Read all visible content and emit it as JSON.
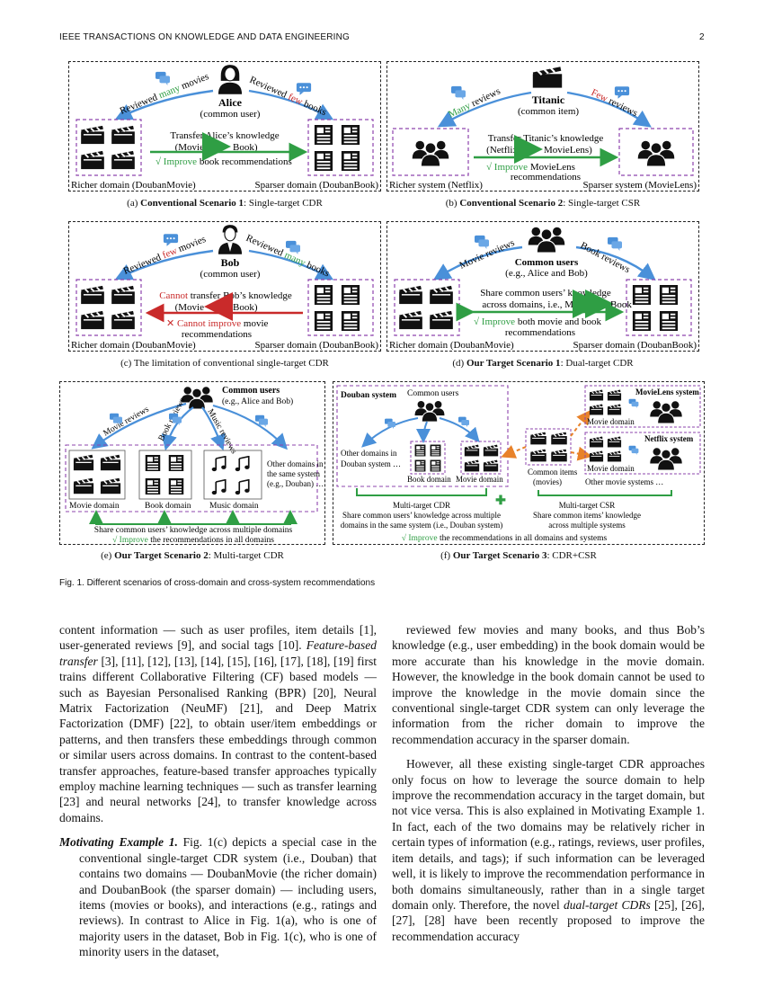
{
  "header": {
    "journal": "IEEE TRANSACTIONS ON KNOWLEDGE AND DATA ENGINEERING",
    "page": "2"
  },
  "figure": {
    "a": {
      "user": "Alice",
      "user_sub": "(common user)",
      "left_arc_1": "Reviewed ",
      "left_arc_hl": "many",
      "left_arc_2": " movies",
      "right_arc_1": "Reviewed ",
      "right_arc_hl": "few",
      "right_arc_2": " books",
      "transfer": "Transfer Alice’s knowledge",
      "transfer_paren_l": "(Movie",
      "transfer_paren_r": "Book)",
      "improve_check": "√ Improve",
      "improve_rest": " book recommendations",
      "left_domain": "Richer domain (DoubanMovie)",
      "right_domain": "Sparser domain (DoubanBook)",
      "caption_pre": "(a) ",
      "caption_bold": "Conventional Scenario 1",
      "caption_post": ": Single-target CDR"
    },
    "b": {
      "item": "Titanic",
      "item_sub": "(common item)",
      "left_arc_hl": "Many",
      "left_arc_2": " reviews",
      "right_arc_hl": "Few",
      "right_arc_2": " reviews",
      "transfer": "Transfer Titanic’s knowledge",
      "transfer_paren_l": "(Netflix",
      "transfer_paren_r": "MovieLens)",
      "improve_check": "√ Improve",
      "improve_rest": " MovieLens",
      "improve_line2": "recommendations",
      "left_domain": "Richer system (Netflix)",
      "right_domain": "Sparser system (MovieLens)",
      "caption_pre": "(b) ",
      "caption_bold": "Conventional Scenario 2",
      "caption_post": ": Single-target CSR"
    },
    "c": {
      "user": "Bob",
      "user_sub": "(common user)",
      "left_arc_1": "Reviewed ",
      "left_arc_hl": "few",
      "left_arc_2": " movies",
      "right_arc_1": "Reviewed ",
      "right_arc_hl": "many",
      "right_arc_2": " books",
      "cannot": "Cannot",
      "transfer_rest": " transfer Bob’s knowledge",
      "transfer_paren_l": "(Movie",
      "transfer_paren_r": "Book)",
      "improve_x": "✕ Cannot improve",
      "improve_rest": " movie",
      "improve_line2": "recommendations",
      "left_domain": "Richer domain (DoubanMovie)",
      "right_domain": "Sparser domain (DoubanBook)",
      "caption": "(c) The limitation of conventional single-target CDR"
    },
    "d": {
      "users": "Common users",
      "users_sub": "(e.g., Alice and Bob)",
      "left_arc": "Movie reviews",
      "right_arc": "Book reviews",
      "share_1": "Share common users’ knowledge",
      "share_2l": "across domains, i.e., Movie",
      "share_2r": "Book",
      "improve_check": "√ Improve",
      "improve_rest": " both movie and book",
      "improve_line2": "recommendations",
      "left_domain": "Richer domain (DoubanMovie)",
      "right_domain": "Sparser domain (DoubanBook)",
      "caption_pre": "(d) ",
      "caption_bold": "Our Target Scenario 1",
      "caption_post": ": Dual-target CDR"
    },
    "e": {
      "users": "Common users",
      "users_sub": "(e.g., Alice and Bob)",
      "arc_movie": "Movie reviews",
      "arc_book": "Book reviews",
      "arc_music": "Music reviews",
      "movie_domain": "Movie domain",
      "book_domain": "Book domain",
      "music_domain": "Music domain",
      "other_1": "Other domains in",
      "other_2": "the same system",
      "other_3": "(e.g., Douban) …",
      "share": "Share common users’ knowledge across multiple domains",
      "improve_check": "√ Improve",
      "improve_rest": " the recommendations in all domains",
      "caption_pre": "(e) ",
      "caption_bold": "Our Target Scenario 2",
      "caption_post": ": Multi-target CDR"
    },
    "f": {
      "douban": "Douban system",
      "users": "Common users",
      "other_1": "Other domains in",
      "other_2": "Douban system …",
      "book_domain": "Book domain",
      "movie_domain": "Movie domain",
      "common_items_1": "Common items",
      "common_items_2": "(movies)",
      "movielens": "MovieLens system",
      "netflix": "Netflix system",
      "ml_movie": "Movie domain",
      "nf_movie": "Movie domain",
      "other_sys": "Other movie systems …",
      "mtcdr": "Multi-target CDR",
      "mtcdr_1": "Share common users’ knowledge across multiple",
      "mtcdr_2": "domains in the same system (i.e., Douban system)",
      "mtcsr": "Multi-target CSR",
      "mtcsr_1": "Share common items’ knowledge",
      "mtcsr_2": "across multiple systems",
      "plus": "✚",
      "improve_check": "√ Improve",
      "improve_rest": " the recommendations in all domains and systems",
      "caption_pre": "(f) ",
      "caption_bold": "Our Target Scenario 3",
      "caption_post": ": CDR+CSR"
    },
    "caption": "Fig. 1. Different scenarios of cross-domain and cross-system recommendations"
  },
  "body": {
    "left_p1_a": "content information — such as user profiles, item details [1], user-generated reviews [9], and social tags [10]. ",
    "left_p1_em": "Feature-based transfer",
    "left_p1_b": " [3], [11], [12], [13], [14], [15], [16], [17], [18], [19] first trains different Collaborative Filtering (CF) based models — such as Bayesian Personalised Ranking (BPR) [20], Neural Matrix Factorization (NeuMF) [21], and Deep Matrix Factorization (DMF) [22], to obtain user/item embeddings or patterns, and then transfers these embeddings through common or similar users across domains. In contrast to the content-based transfer approaches, feature-based transfer approaches typically employ machine learning techniques — such as transfer learning [23] and neural networks [24], to transfer knowledge across domains.",
    "left_p2_head": "Motivating Example 1.",
    "left_p2": " Fig. 1(c) depicts a special case in the conventional single-target CDR system (i.e., Douban) that contains two domains — DoubanMovie (the richer domain) and DoubanBook (the sparser domain) — including users, items (movies or books), and interactions (e.g., ratings and reviews). In contrast to Alice in Fig. 1(a), who is one of majority users in the dataset, Bob in Fig. 1(c), who is one of minority users in the dataset,",
    "right_p1": "reviewed few movies and many books, and thus Bob’s knowledge (e.g., user embedding) in the book domain would be more accurate than his knowledge in the movie domain. However, the knowledge in the book domain cannot be used to improve the knowledge in the movie domain since the conventional single-target CDR system can only leverage the information from the richer domain to improve the recommendation accuracy in the sparser domain.",
    "right_p2_a": "However, all these existing single-target CDR approaches only focus on how to leverage the source domain to help improve the recommendation accuracy in the target domain, but not vice versa. This is also explained in Motivating Example 1. In fact, each of the two domains may be relatively richer in certain types of information (e.g., ratings, reviews, user profiles, item details, and tags); if such information can be leveraged well, it is likely to improve the recommendation performance in both domains simultaneously, rather than in a single target domain only. Therefore, the novel ",
    "right_p2_em": "dual-target CDRs",
    "right_p2_b": " [25], [26], [27], [28] have been recently proposed to improve the recommendation accuracy"
  }
}
